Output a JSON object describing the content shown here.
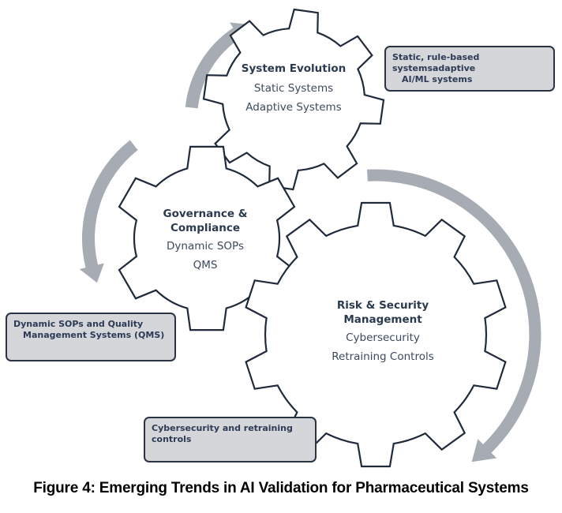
{
  "gears": {
    "system_evolution": {
      "title": "System Evolution",
      "items": [
        "Static Systems",
        "Adaptive Systems"
      ]
    },
    "governance": {
      "title_line1": "Governance &",
      "title_line2": "Compliance",
      "items": [
        "Dynamic SOPs",
        "QMS"
      ]
    },
    "risk": {
      "title_line1": "Risk & Security",
      "title_line2": "Management",
      "items": [
        "Cybersecurity",
        "Retraining Controls"
      ]
    }
  },
  "notes": {
    "system_evolution": {
      "line1": "Static, rule-based systemsadaptive",
      "line2": "AI/ML systems"
    },
    "governance": {
      "line1": "Dynamic SOPs and Quality",
      "line2": "Management Systems (QMS)"
    },
    "risk": {
      "line1": "Cybersecurity and retraining controls"
    }
  },
  "caption": "Figure 4: Emerging Trends in AI Validation for Pharmaceutical Systems",
  "colors": {
    "gear_stroke": "#1f2a3a",
    "arrow": "#a7abb3",
    "note_fill": "#d4d6da",
    "text": "#2d3e54"
  }
}
